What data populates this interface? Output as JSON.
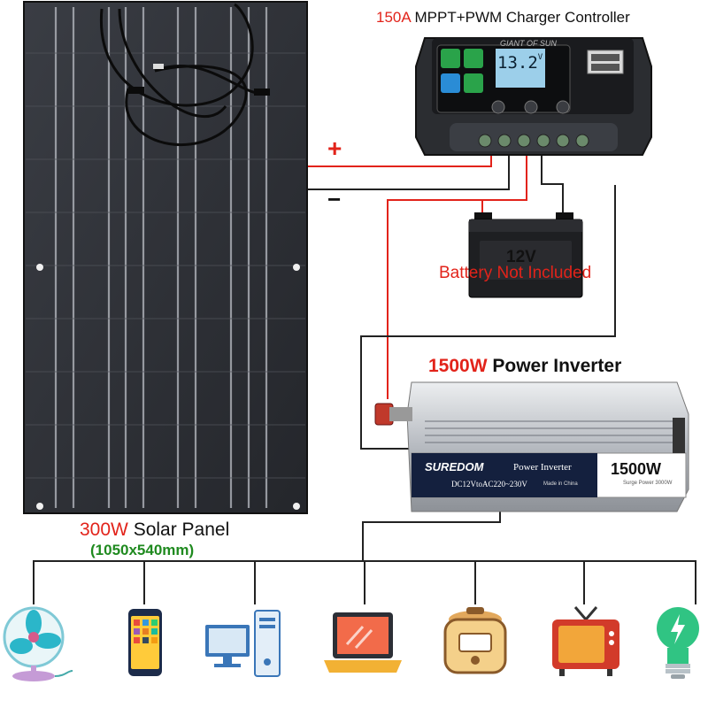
{
  "controller": {
    "rating": "150A",
    "title": " MPPT+PWM Charger Controller",
    "brand": "GIANT OF SUN",
    "display_value": "13.2",
    "display_unit": "V"
  },
  "panel": {
    "rating": "300W",
    "title": " Solar Panel",
    "dimensions": "(1050x540mm)"
  },
  "battery": {
    "voltage": "12V",
    "note": "Battery Not Included"
  },
  "inverter": {
    "rating": "1500W",
    "title": " Power Inverter",
    "brand": "SUREDOM",
    "name": "Power Inverter",
    "spec": "DC12VtoAC220~230V",
    "badge": "1500W",
    "surge": "Surge Power 3000W",
    "origin": "Made in China"
  },
  "terminals": {
    "positive": "+",
    "negative": "−"
  },
  "appliances": [
    {
      "icon": "fan-icon"
    },
    {
      "icon": "smartphone-icon"
    },
    {
      "icon": "desktop-computer-icon"
    },
    {
      "icon": "laptop-icon"
    },
    {
      "icon": "rice-cooker-icon"
    },
    {
      "icon": "television-icon"
    },
    {
      "icon": "light-bulb-icon"
    }
  ],
  "colors": {
    "accent_red": "#e2231a",
    "accent_green": "#1f8a1f",
    "wire_red": "#e2231a",
    "wire_dark": "#222222"
  }
}
